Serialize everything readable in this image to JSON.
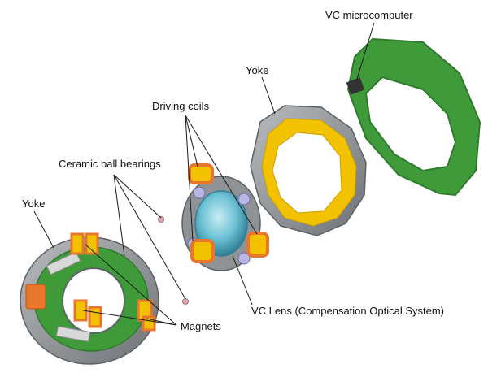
{
  "labels": {
    "vc_microcomputer": "VC microcomputer",
    "yoke_top": "Yoke",
    "driving_coils": "Driving coils",
    "ceramic_ball_bearings": "Ceramic ball bearings",
    "yoke_left": "Yoke",
    "vc_lens": "VC Lens (Compensation Optical System)",
    "magnets": "Magnets"
  },
  "colors": {
    "pcb_green": "#3f9b3a",
    "pcb_dark": "#2f7a2c",
    "yoke_gray": "#8f9396",
    "yellow": "#f2c200",
    "orange": "#e8762c",
    "lens_blue": "#6fc3d6",
    "bearing_pink": "#d9a6b0"
  }
}
